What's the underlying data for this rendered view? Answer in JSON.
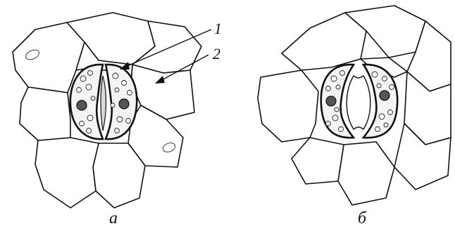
{
  "labels": {
    "callout_1": "1",
    "callout_2": "2",
    "panel_a": "а",
    "panel_b": "б"
  },
  "colors": {
    "line": "#111111",
    "cell_fill": "#ffffff",
    "guard_fill": "#f4f4f4",
    "closed_pore": "#d9d9d9"
  }
}
